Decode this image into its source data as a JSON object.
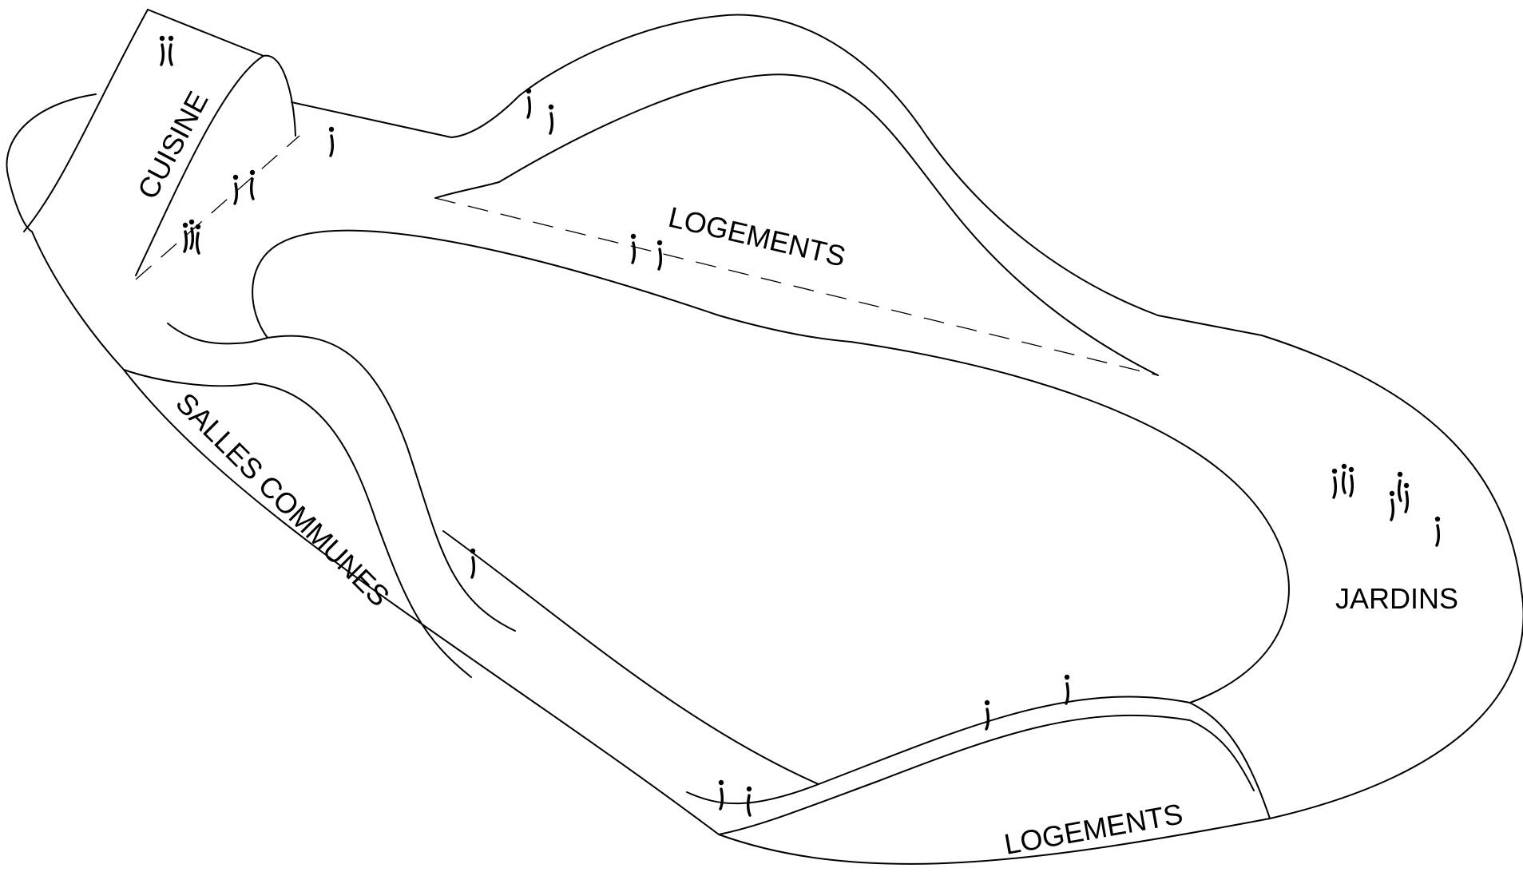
{
  "diagram": {
    "labels": {
      "cuisine": "CUISINE",
      "logements_top": "LOGEMENTS",
      "salles_communes": "SALLES COMMUNES",
      "jardins": "JARDINS",
      "logements_bottom": "LOGEMENTS"
    },
    "colors": {
      "stroke": "#000000",
      "background": "#ffffff"
    },
    "figures_icon": "person-figure-icon"
  }
}
